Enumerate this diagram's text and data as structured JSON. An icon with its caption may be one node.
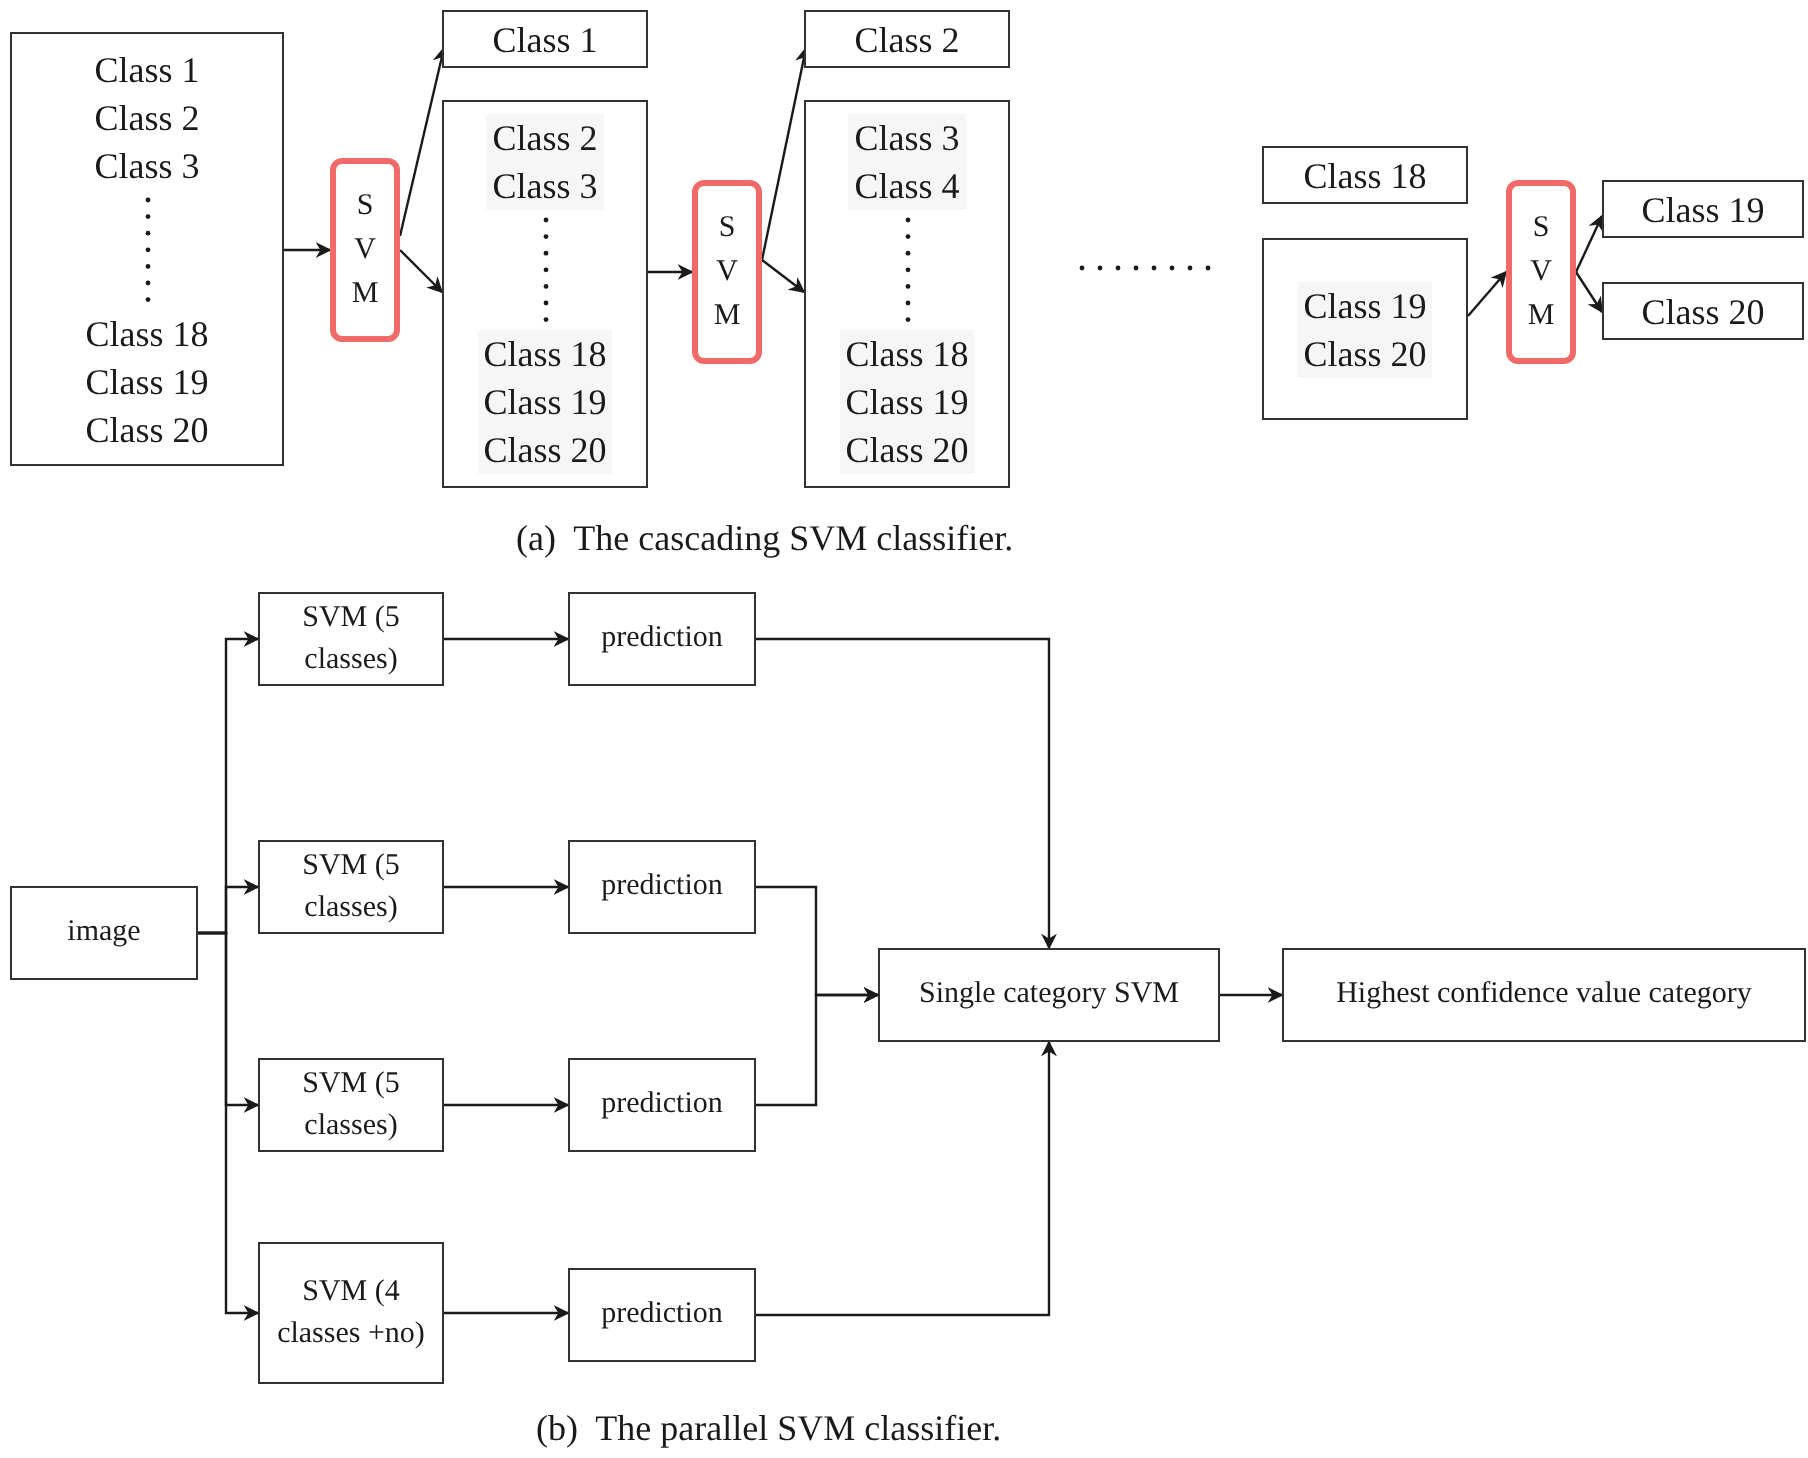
{
  "diagram": {
    "nodes": [
      {
        "text": [
          "Class 1",
          "Class 2",
          "Class 3",
          "Class 18",
          "Class 19",
          "Class 20"
        ]
      },
      {
        "text": [
          "S V M"
        ]
      },
      {
        "text": [
          "Class 1"
        ]
      },
      {
        "text": [
          "Class 2",
          "Class 3",
          "Class 18",
          "Class 19",
          "Class 20"
        ]
      },
      {
        "text": [
          "S V M"
        ]
      },
      {
        "text": [
          "Class 2"
        ]
      },
      {
        "text": [
          "Class 3",
          "Class 4",
          "Class 18",
          "Class 19",
          "Class 20"
        ]
      },
      {
        "text": [
          "Class 18"
        ]
      },
      {
        "text": [
          "Class 19",
          "Class 20"
        ]
      },
      {
        "text": [
          "S V M"
        ]
      },
      {
        "text": [
          "Class 19"
        ]
      },
      {
        "text": [
          "Class 20"
        ]
      },
      {
        "text": [
          "image"
        ]
      },
      {
        "text": [
          "SVM (5 classes)"
        ]
      },
      {
        "text": [
          "SVM (5 classes)"
        ]
      },
      {
        "text": [
          "SVM (5 classes)"
        ]
      },
      {
        "text": [
          "SVM (4 classes +no)"
        ]
      },
      {
        "text": [
          "prediction"
        ]
      },
      {
        "text": [
          "prediction"
        ]
      },
      {
        "text": [
          "prediction"
        ]
      },
      {
        "text": [
          "prediction"
        ]
      },
      {
        "text": [
          "Single category SVM"
        ]
      },
      {
        "text": [
          "Highest confidence value category"
        ]
      }
    ],
    "edges": [
      {
        "from": 0,
        "to": 1,
        "arrow": "to"
      },
      {
        "from": 1,
        "to": 2,
        "arrow": "to"
      },
      {
        "from": 1,
        "to": 3,
        "arrow": "to"
      },
      {
        "from": 3,
        "to": 4,
        "arrow": "to"
      },
      {
        "from": 4,
        "to": 5,
        "arrow": "to"
      },
      {
        "from": 4,
        "to": 6,
        "arrow": "to"
      },
      {
        "from": 8,
        "to": 9,
        "arrow": "to"
      },
      {
        "from": 9,
        "to": 10,
        "arrow": "to"
      },
      {
        "from": 9,
        "to": 11,
        "arrow": "to"
      },
      {
        "from": 12,
        "to": 13,
        "arrow": "to"
      },
      {
        "from": 12,
        "to": 14,
        "arrow": "to"
      },
      {
        "from": 12,
        "to": 15,
        "arrow": "to"
      },
      {
        "from": 12,
        "to": 16,
        "arrow": "to"
      },
      {
        "from": 13,
        "to": 17,
        "arrow": "to"
      },
      {
        "from": 14,
        "to": 18,
        "arrow": "to"
      },
      {
        "from": 15,
        "to": 19,
        "arrow": "to"
      },
      {
        "from": 16,
        "to": 20,
        "arrow": "to"
      },
      {
        "from": 17,
        "to": 21,
        "arrow": "to"
      },
      {
        "from": 18,
        "to": 21,
        "arrow": "to"
      },
      {
        "from": 19,
        "to": 21,
        "arrow": "to"
      },
      {
        "from": 20,
        "to": 21,
        "arrow": "to"
      },
      {
        "from": 21,
        "to": 22,
        "arrow": "to"
      }
    ],
    "labels": [
      "(a)  The cascading SVM classifier.",
      "(b)  The parallel SVM classifier."
    ]
  }
}
